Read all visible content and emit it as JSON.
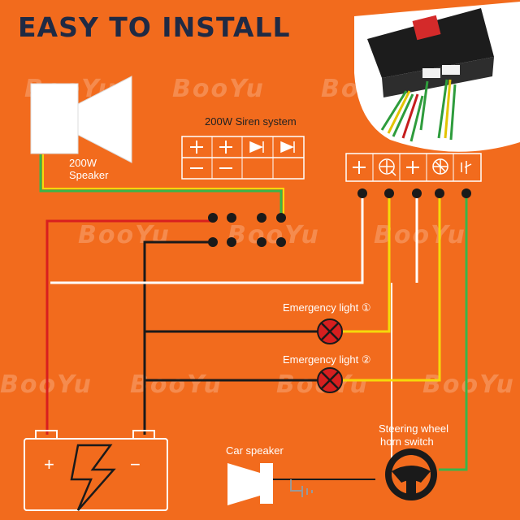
{
  "title": "EASY TO INSTALL",
  "watermark": "BooYu",
  "labels": {
    "siren_system": "200W Siren system",
    "speaker_line1": "200W",
    "speaker_line2": "Speaker",
    "emergency_light_1": "Emergency light ①",
    "emergency_light_2": "Emergency light ②",
    "car_speaker": "Car speaker",
    "steering_line1": "Steering wheel",
    "steering_line2": "horn switch",
    "battery_plus": "+",
    "battery_minus": "−"
  },
  "colors": {
    "background": "#f26b1d",
    "title": "#1f2a44",
    "wire_red": "#d81f1f",
    "wire_black": "#1a1a1a",
    "wire_green": "#39b54a",
    "wire_yellow": "#f5d90a",
    "wire_white": "#ffffff",
    "lamp_red": "#d61f1f"
  }
}
